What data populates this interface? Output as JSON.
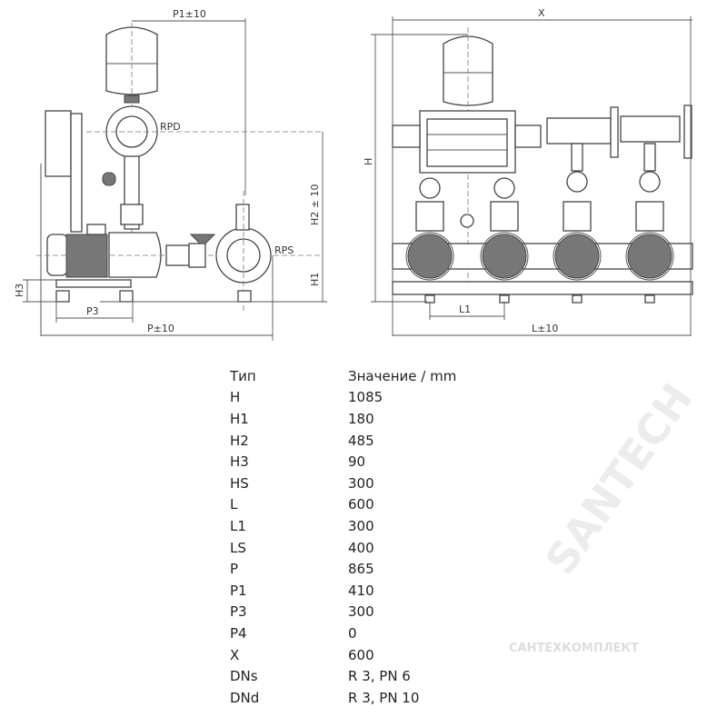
{
  "side_view": {
    "dim_p1": "P1±10",
    "label_rpd": "RPD",
    "dim_h2": "H2 ± 10",
    "label_rps": "RPS",
    "dim_h1": "H1",
    "dim_h3": "H3",
    "dim_p3": "P3",
    "dim_p": "P±10"
  },
  "front_view": {
    "dim_x": "X",
    "dim_h": "H",
    "dim_l1": "L1",
    "dim_l": "L±10"
  },
  "table": {
    "header": {
      "type": "Тип",
      "value": "Значение / mm"
    },
    "rows": [
      {
        "type": "H",
        "value": "1085"
      },
      {
        "type": "H1",
        "value": "180"
      },
      {
        "type": "H2",
        "value": "485"
      },
      {
        "type": "H3",
        "value": "90"
      },
      {
        "type": "HS",
        "value": "300"
      },
      {
        "type": "L",
        "value": "600"
      },
      {
        "type": "L1",
        "value": "300"
      },
      {
        "type": "LS",
        "value": "400"
      },
      {
        "type": "P",
        "value": "865"
      },
      {
        "type": "P1",
        "value": "410"
      },
      {
        "type": "P3",
        "value": "300"
      },
      {
        "type": "P4",
        "value": "0"
      },
      {
        "type": "X",
        "value": "600"
      },
      {
        "type": "DNs",
        "value": "R 3, PN 6"
      },
      {
        "type": "DNd",
        "value": "R 3, PN 10"
      }
    ]
  },
  "watermark": {
    "text1": "SANTECH",
    "text2": "САНТЕХКОМПЛЕКТ"
  }
}
